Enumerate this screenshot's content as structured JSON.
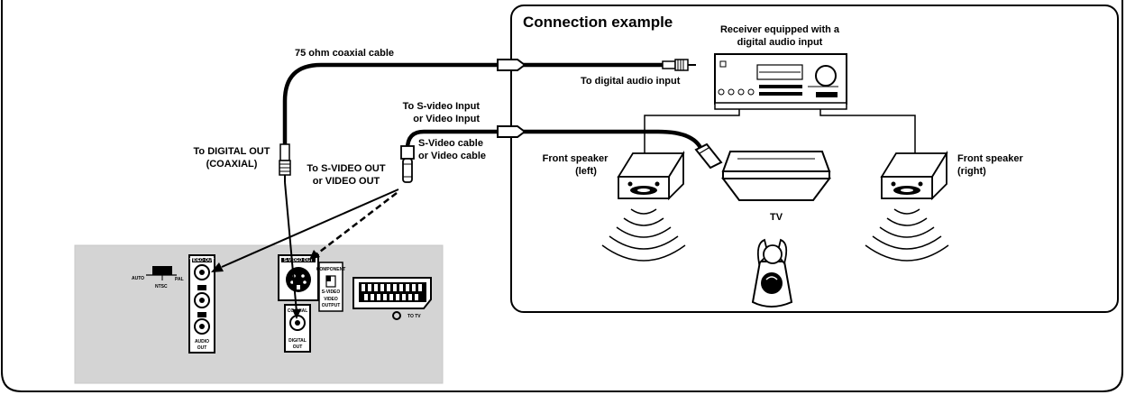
{
  "connection_title": "Connection example",
  "receiver_label": [
    "Receiver equipped with a",
    "digital audio input"
  ],
  "coaxial_cable_label": "75 ohm coaxial cable",
  "digital_audio_input_label": "To digital audio input",
  "svideo_input_label": [
    "To S-video Input",
    "or Video Input"
  ],
  "svideo_cable_label": [
    "S-Video cable",
    "or Video cable"
  ],
  "digital_out_label": [
    "To DIGITAL OUT",
    "(COAXIAL)"
  ],
  "svideo_out_label": [
    "To S-VIDEO OUT",
    "or VIDEO OUT"
  ],
  "front_speaker_left_label": [
    "Front speaker",
    "(left)"
  ],
  "front_speaker_right_label": [
    "Front speaker",
    "(right)"
  ],
  "tv_label": "TV",
  "panel": {
    "auto_label": "AUTO",
    "pal_label": "PAL",
    "ntsc_label": "NTSC",
    "video_out_label": "VIDEO OUT",
    "audio_out_label": [
      "AUDIO",
      "OUT"
    ],
    "svideo_out_port_label": "S-VIDEO OUT",
    "component_label": "COMPONENT",
    "svideo_label": "S-VIDEO",
    "video_output_label": [
      "VIDEO",
      "OUTPUT"
    ],
    "coaxial_label": "COAXIAL",
    "digital_out_port_label": [
      "DIGITAL",
      "OUT"
    ],
    "to_tv_label": "TO TV"
  }
}
